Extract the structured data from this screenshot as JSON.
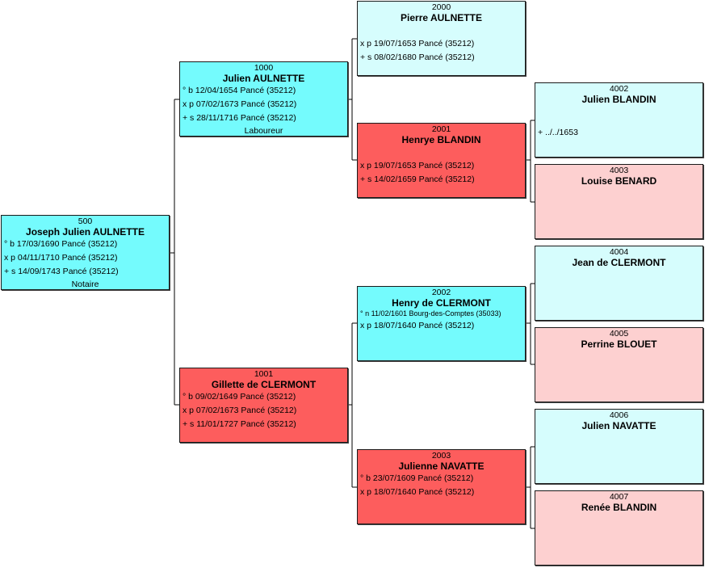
{
  "people": {
    "p500": {
      "sosa": "500",
      "name": "Joseph Julien AULNETTE",
      "events": [
        "° b 17/03/1690 Pancé (35212)",
        "x p 04/11/1710 Pancé (35212)",
        "+ s 14/09/1743 Pancé (35212)"
      ],
      "occupation": "Notaire",
      "sex": "male",
      "color": "#74fbfd"
    },
    "p1000": {
      "sosa": "1000",
      "name": "Julien AULNETTE",
      "events": [
        "° b 12/04/1654 Pancé (35212)",
        "x p 07/02/1673 Pancé (35212)",
        "+ s 28/11/1716 Pancé (35212)"
      ],
      "occupation": "Laboureur",
      "sex": "male",
      "color": "#74fbfd"
    },
    "p1001": {
      "sosa": "1001",
      "name": "Gillette de CLERMONT",
      "events": [
        "° b 09/02/1649 Pancé (35212)",
        "x p 07/02/1673 Pancé (35212)",
        "+ s 11/01/1727 Pancé (35212)"
      ],
      "sex": "female",
      "color": "#fd5d5d"
    },
    "p2000": {
      "sosa": "2000",
      "name": "Pierre AULNETTE",
      "events": [
        "x p 19/07/1653 Pancé (35212)",
        "+ s 08/02/1680 Pancé (35212)"
      ],
      "sex": "male",
      "color": "#d6fdfd"
    },
    "p2001": {
      "sosa": "2001",
      "name": "Henrye BLANDIN",
      "events": [
        "x p 19/07/1653 Pancé (35212)",
        "+ s 14/02/1659 Pancé (35212)"
      ],
      "sex": "female",
      "color": "#fd5d5d"
    },
    "p2002": {
      "sosa": "2002",
      "name": "Henry de CLERMONT",
      "events": [
        "° n 11/02/1601 Bourg-des-Comptes (35033)",
        "x p 18/07/1640 Pancé (35212)"
      ],
      "sex": "male",
      "color": "#74fbfd"
    },
    "p2003": {
      "sosa": "2003",
      "name": "Julienne NAVATTE",
      "events": [
        "° b 23/07/1609 Pancé (35212)",
        "x p 18/07/1640 Pancé (35212)"
      ],
      "sex": "female",
      "color": "#fd5d5d"
    },
    "p4002": {
      "sosa": "4002",
      "name": "Julien BLANDIN",
      "events": [
        "+ ../../1653"
      ],
      "sex": "male",
      "color": "#d6fdfd"
    },
    "p4003": {
      "sosa": "4003",
      "name": "Louise BENARD",
      "events": [],
      "sex": "female",
      "color": "#fdd0d0"
    },
    "p4004": {
      "sosa": "4004",
      "name": "Jean de CLERMONT",
      "events": [],
      "sex": "male",
      "color": "#d6fdfd"
    },
    "p4005": {
      "sosa": "4005",
      "name": "Perrine BLOUET",
      "events": [],
      "sex": "female",
      "color": "#fdd0d0"
    },
    "p4006": {
      "sosa": "4006",
      "name": "Julien NAVATTE",
      "events": [],
      "sex": "male",
      "color": "#d6fdfd"
    },
    "p4007": {
      "sosa": "4007",
      "name": "Renée BLANDIN",
      "events": [],
      "sex": "female",
      "color": "#fdd0d0"
    }
  }
}
